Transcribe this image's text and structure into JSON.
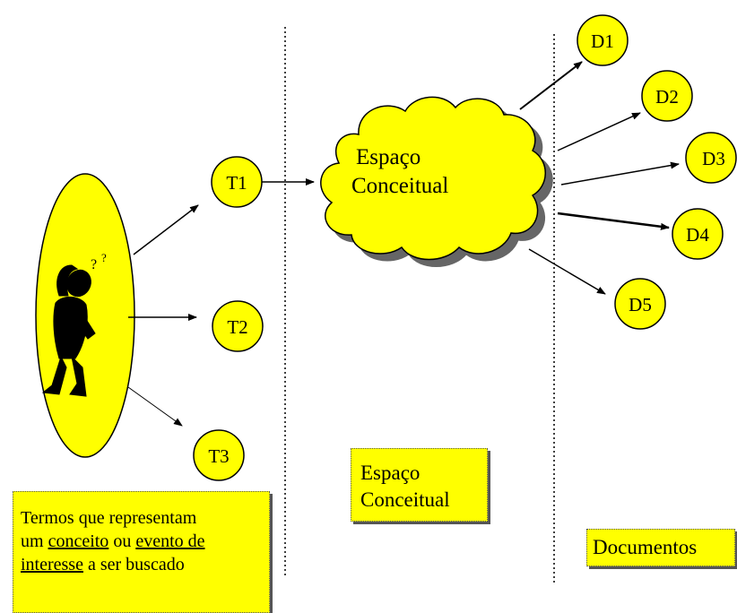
{
  "nodes": {
    "t1": "T1",
    "t2": "T2",
    "t3": "T3",
    "d1": "D1",
    "d2": "D2",
    "d3": "D3",
    "d4": "D4",
    "d5": "D5"
  },
  "cloud": {
    "line1": "Espaço",
    "line2": "Conceitual"
  },
  "terms_box": {
    "line1": "Termos que representam",
    "line2_pre": "um ",
    "line2_concept": "conceito",
    "line2_mid": " ou ",
    "line2_event": "evento de",
    "line3_interest": "interesse",
    "line3_post": " a ser buscado"
  },
  "espaco_box": {
    "line1": "Espaço",
    "line2": "Conceitual"
  },
  "docs_box": {
    "label": "Documentos"
  },
  "colors": {
    "fill": "#ffff00",
    "stroke": "#000000",
    "shadow": "#555555"
  }
}
